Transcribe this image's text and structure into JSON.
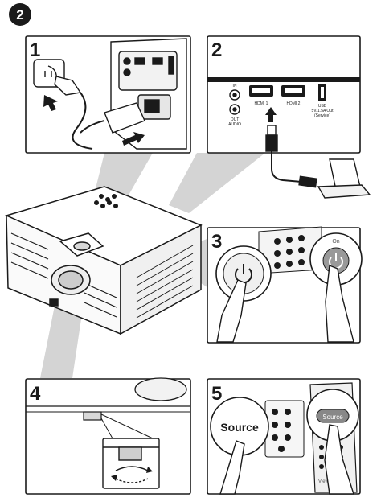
{
  "page": {
    "step_badge": "2"
  },
  "panels": [
    {
      "number": "1"
    },
    {
      "number": "2",
      "ports": {
        "in_label": "IN",
        "out_label": "OUT",
        "audio_label": "AUDIO",
        "hdmi1": "HDMI 1",
        "hdmi2": "HDMI 2",
        "usb": "USB",
        "usb_detail": "5V/1.5A Out",
        "usb_service": "(Service)"
      }
    },
    {
      "number": "3",
      "on_label": "On"
    },
    {
      "number": "4"
    },
    {
      "number": "5",
      "source_label": "Source",
      "source_small": "Source",
      "brand": "ViewSonic"
    }
  ],
  "colors": {
    "stroke": "#1a1a1a",
    "shade": "#cccccc",
    "panel_bg": "#ffffff",
    "badge": "#1a1a1a"
  }
}
